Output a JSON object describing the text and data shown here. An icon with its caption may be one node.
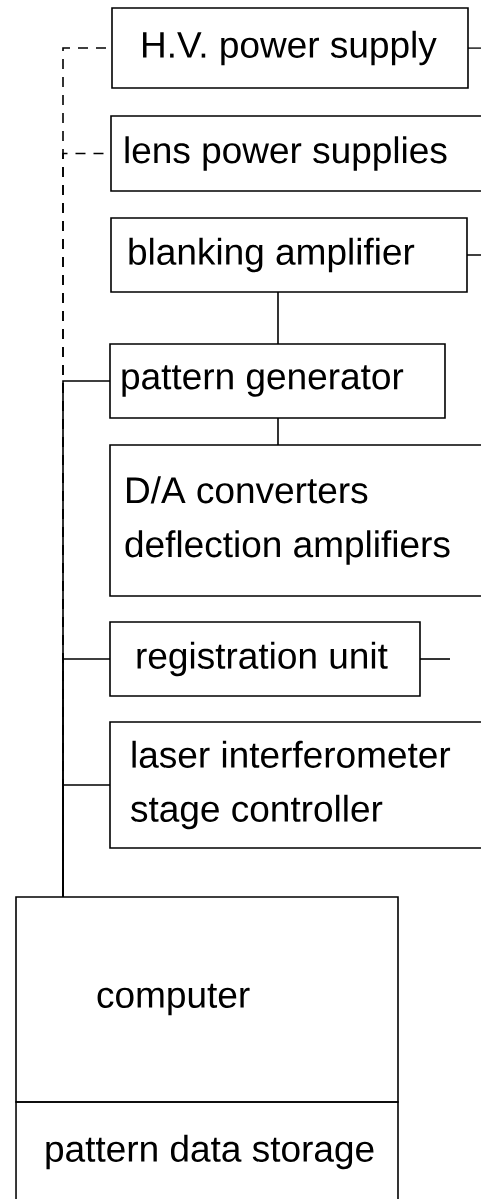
{
  "diagram": {
    "nodes": [
      {
        "text": [
          "H.V. power supply"
        ]
      },
      {
        "text": [
          "lens power supplies"
        ]
      },
      {
        "text": [
          "blanking amplifier"
        ]
      },
      {
        "text": [
          "pattern generator"
        ]
      },
      {
        "text": [
          "D/A converters deflection amplifiers"
        ]
      },
      {
        "text": [
          "registration unit"
        ]
      },
      {
        "text": [
          "laser interferometer stage controller"
        ]
      },
      {
        "text": [
          "computer"
        ]
      },
      {
        "text": [
          "pattern data storage"
        ]
      }
    ],
    "edges": [
      {
        "from": 7,
        "to": 3,
        "arrow": "none"
      },
      {
        "from": 7,
        "to": 5,
        "arrow": "none"
      },
      {
        "from": 7,
        "to": 6,
        "arrow": "none"
      },
      {
        "from": 7,
        "to": 0,
        "arrow": "none",
        "style": "dashed"
      },
      {
        "from": 7,
        "to": 1,
        "arrow": "none",
        "style": "dashed"
      },
      {
        "from": 2,
        "to": 3,
        "arrow": "none"
      },
      {
        "from": 3,
        "to": 4,
        "arrow": "none"
      },
      {
        "from": 0,
        "to": null,
        "arrow": "none"
      },
      {
        "from": 2,
        "to": null,
        "arrow": "none"
      },
      {
        "from": 5,
        "to": null,
        "arrow": "none"
      }
    ]
  }
}
